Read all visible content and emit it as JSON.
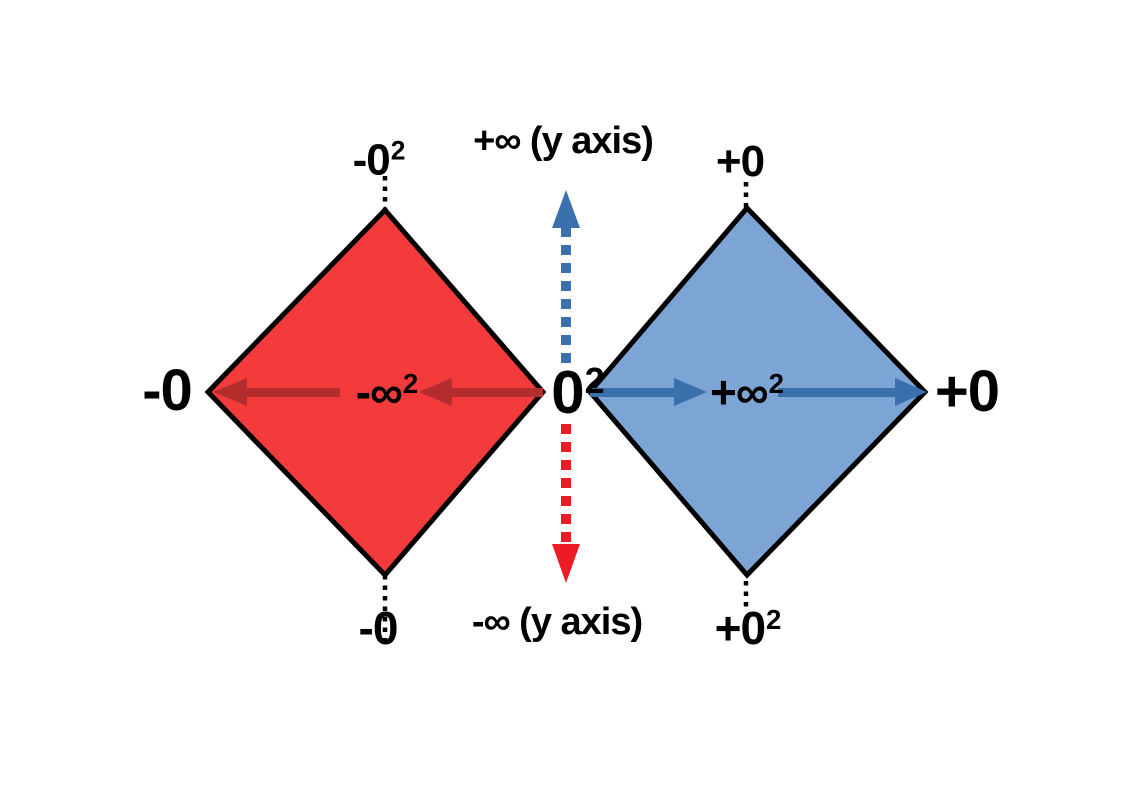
{
  "figure": {
    "description": "Diagram of squaring behavior near signed zero and infinity on a projective number wheel: red diamond maps to negative side, blue diamond to positive side",
    "colors": {
      "left_fill": "#F33B3B",
      "left_arrow": "#B32D2D",
      "right_fill": "#7CA5D6",
      "right_arrow": "#3A71AC",
      "dashed_up": "#3A71AC",
      "dashed_down": "#ED1C24",
      "outline": "#000000",
      "text": "#000000",
      "background": "#ffffff"
    },
    "labels": {
      "axis_top": {
        "base": "+∞ (y axis)",
        "sup": ""
      },
      "axis_bottom": {
        "base": "-∞ (y axis)",
        "sup": ""
      },
      "center": {
        "base": "0",
        "sup": "2"
      },
      "left_top": {
        "base": "-0",
        "sup": "2"
      },
      "left_center": {
        "base": "-∞",
        "sup": "2"
      },
      "left_outer": {
        "base": "-0",
        "sup": ""
      },
      "left_bottom": {
        "base": "-0",
        "sup": ""
      },
      "right_top": {
        "base": "+0",
        "sup": ""
      },
      "right_center": {
        "base": "+∞",
        "sup": "2"
      },
      "right_outer": {
        "base": "+0",
        "sup": ""
      },
      "right_bottom": {
        "base": "+0",
        "sup": "2"
      }
    }
  }
}
